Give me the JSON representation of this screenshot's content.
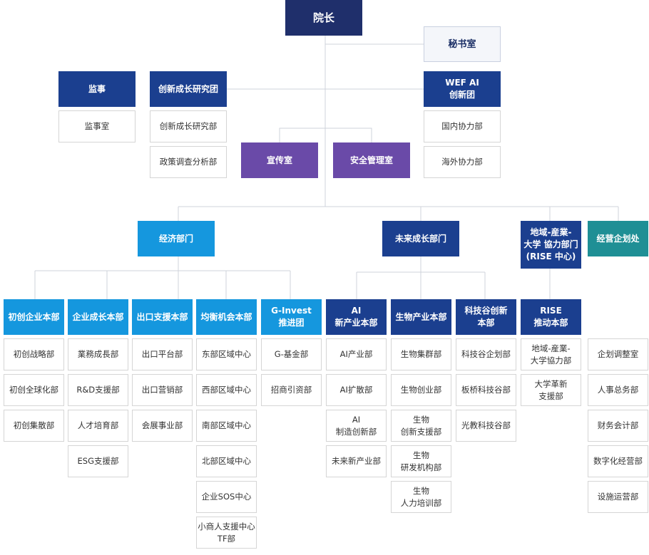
{
  "president": "院长",
  "secretary": "秘书室",
  "audit": {
    "title": "监事",
    "sub": "监事室"
  },
  "innovation": {
    "title": "创新成长研究团",
    "subs": [
      "创新成长研究部",
      "政策调查分析部"
    ]
  },
  "wef": {
    "title": "WEF AI\n创新团",
    "subs": [
      "国内协力部",
      "海外协力部"
    ]
  },
  "publicity": "宣传室",
  "safety": "安全管理室",
  "economy": "经济部门",
  "future": "未来成长部门",
  "regional": "地域-産業-\n大学 協力部门\n(RISE 中心)",
  "management": {
    "title": "经营企划处",
    "subs": [
      "企划调整室",
      "人事总务部",
      "财务会计部",
      "数字化经营部",
      "设施运营部"
    ]
  },
  "units": [
    {
      "title": "初创企业本部",
      "subs": [
        "初创战略部",
        "初创全球化部",
        "初创集散部"
      ]
    },
    {
      "title": "企业成长本部",
      "subs": [
        "業務成長部",
        "R&D支援部",
        "人才培育部",
        "ESG支援部"
      ]
    },
    {
      "title": "出口支援本部",
      "subs": [
        "出口平台部",
        "出口营销部",
        "会展事业部"
      ]
    },
    {
      "title": "均衡机会本部",
      "subs": [
        "东部区域中心",
        "西部区域中心",
        "南部区域中心",
        "北部区域中心",
        "企业SOS中心",
        "小商人支援中心\nTF部"
      ]
    },
    {
      "title": "G-Invest\n推进团",
      "subs": [
        "G-基金部",
        "招商引资部"
      ]
    },
    {
      "title": "AI\n新产业本部",
      "subs": [
        "AI产业部",
        "AI扩散部",
        "AI\n制造创新部",
        "未来新产业部"
      ]
    },
    {
      "title": "生物产业本部",
      "subs": [
        "生物集群部",
        "生物创业部",
        "生物\n创新支援部",
        "生物\n研发机构部",
        "生物\n人力培训部"
      ]
    },
    {
      "title": "科技谷创新\n本部",
      "subs": [
        "科技谷企划部",
        "板桥科技谷部",
        "光教科技谷部"
      ]
    },
    {
      "title": "RISE\n推动本部",
      "subs": [
        "地域-産業-\n大学協力部",
        "大学革新\n支援部"
      ]
    }
  ],
  "colors": {
    "navy": "#1b3f8f",
    "top": "#1f2f6b",
    "purple": "#6a4aa8",
    "sky": "#1597de",
    "teal": "#1f8f95",
    "line": "#cfd3db"
  }
}
